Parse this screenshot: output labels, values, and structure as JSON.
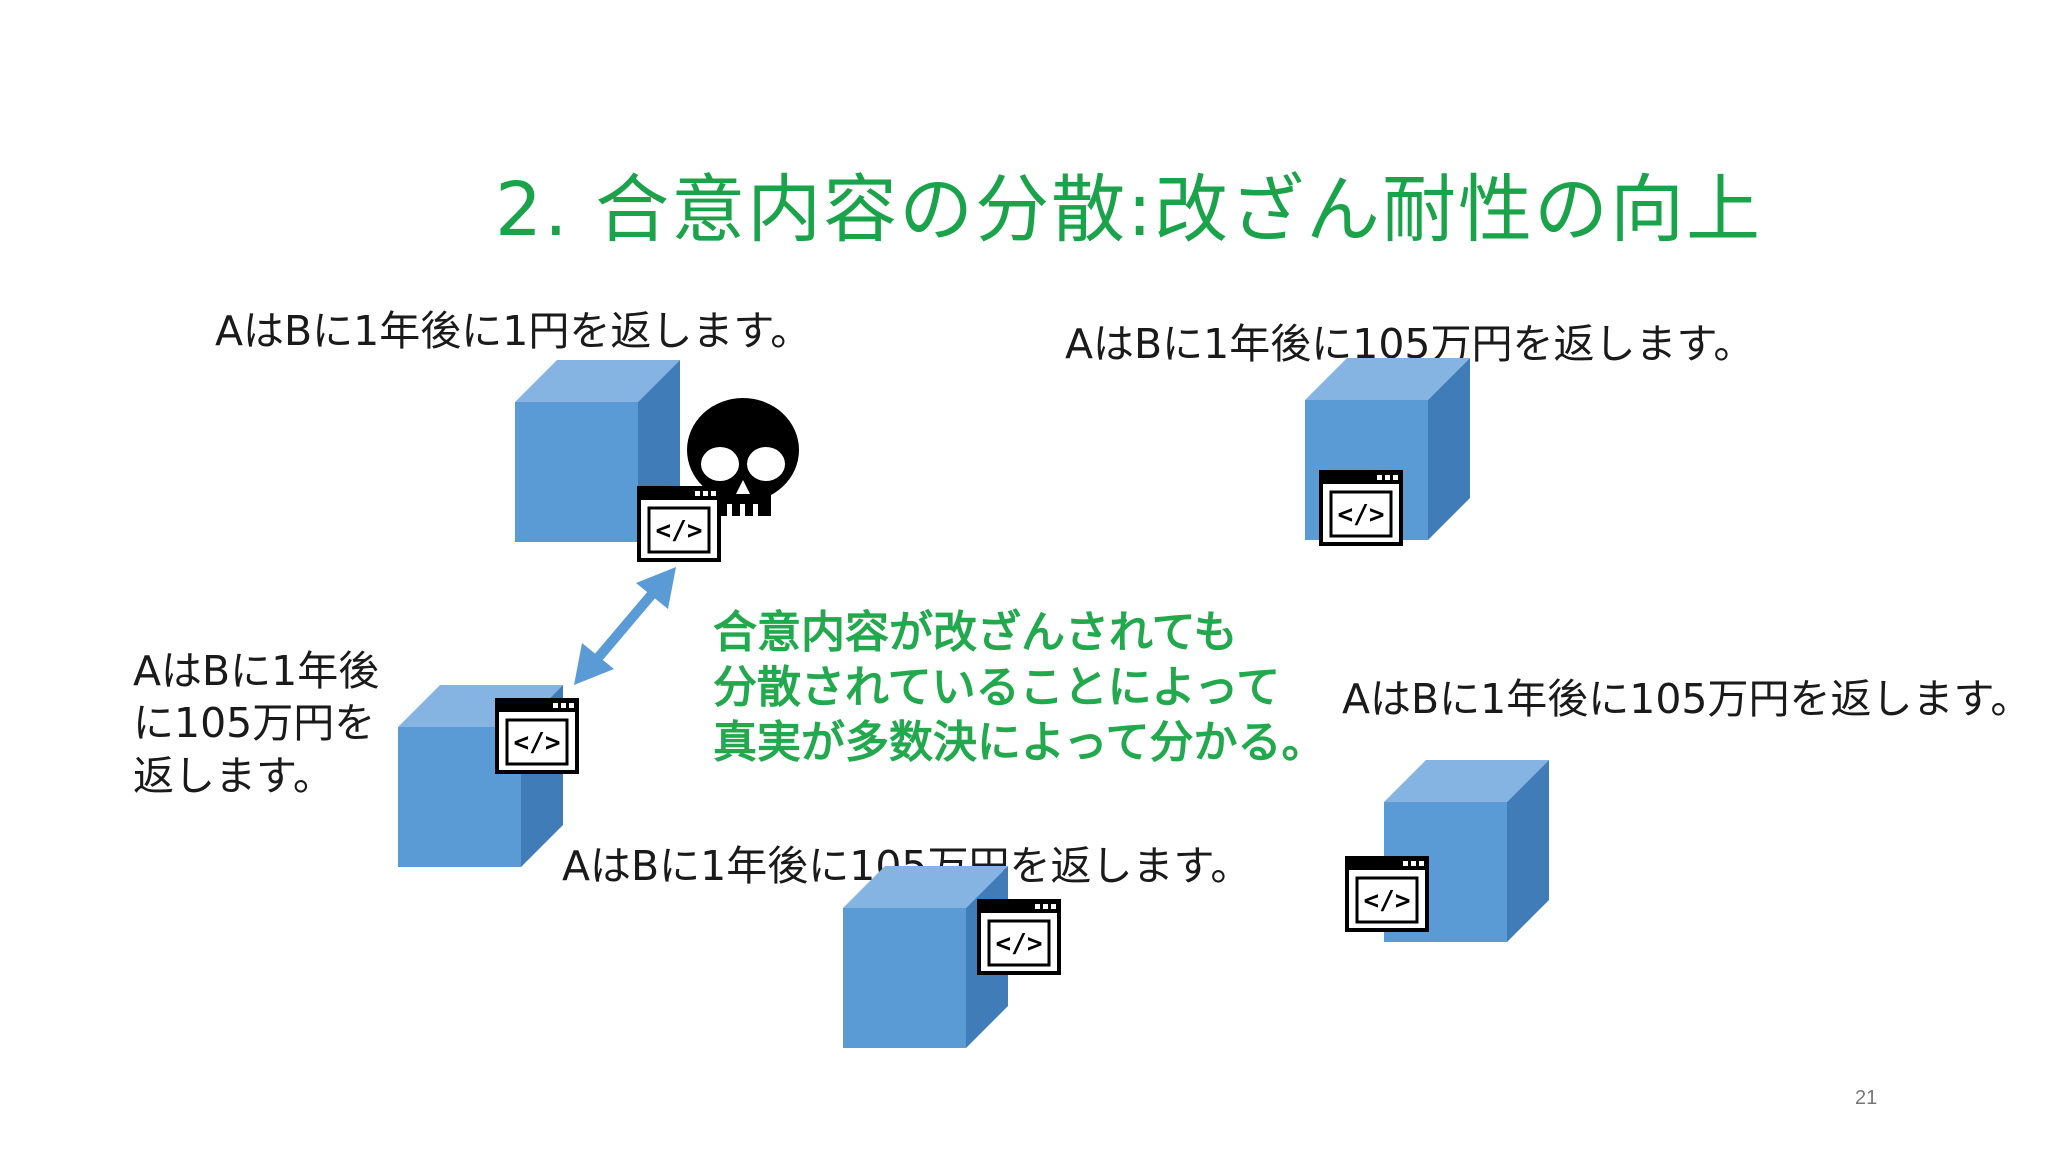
{
  "title": "2. 合意内容の分散:改ざん耐性の向上",
  "labels": {
    "top_left": "AはBに1年後に1円を返します。",
    "top_right": "AはBに1年後に105万円を返します。",
    "left_line1": "AはBに1年後",
    "left_line2": "に105万円を",
    "left_line3": "返します。",
    "right": "AはBに1年後に105万円を返します。",
    "bottom": "AはBに1年後に105万円を返します。"
  },
  "callout": {
    "line1": "合意内容が改ざんされても",
    "line2": "分散されていることによって",
    "line3": "真実が多数決によって分かる。"
  },
  "page_number": "21",
  "icons": {
    "cube": "blue-cube-node",
    "code": "code-window-icon",
    "skull": "skull-icon",
    "arrow": "double-arrow"
  },
  "colors": {
    "title": "#1aa34a",
    "callout": "#22a84d",
    "cube_front": "#5b9bd5",
    "cube_top": "#85b4e2",
    "cube_side": "#3f7cb8"
  }
}
